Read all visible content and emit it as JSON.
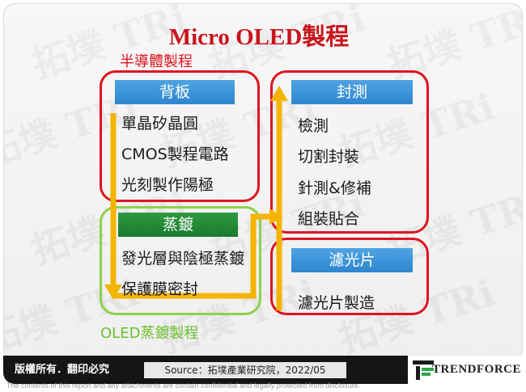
{
  "title": "Micro OLED製程",
  "sections": {
    "semiconductor": "半導體製程",
    "oled_evaporation": "OLED蒸鍍製程"
  },
  "boxes": {
    "backplane": {
      "label": "背板",
      "items": [
        "單晶矽晶圓",
        "CMOS製程電路",
        "光刻製作陽極"
      ]
    },
    "evaporation": {
      "label": "蒸鍍",
      "items": [
        "發光層與陰極蒸鍍",
        "保護膜密封"
      ]
    },
    "packaging_test": {
      "label": "封測",
      "items": [
        "檢測",
        "切割封裝",
        "針測&修補",
        "組裝貼合"
      ]
    },
    "color_filter": {
      "label": "濾光片",
      "items": [
        "濾光片製造"
      ]
    }
  },
  "colors": {
    "red_frame": "#e0141e",
    "green_frame": "#8ed14b",
    "arrow": "#f5b400",
    "blue_tag": "#3b93d8",
    "green_tag": "#23893a"
  },
  "watermark": {
    "text": "拓墣 TRi"
  },
  "footer": {
    "rights": "版權所有．翻印必究",
    "source": "Source：拓墣產業研究院，2022/05",
    "brand": "TRENDFORCE",
    "disclaimer": "The contents of this report and any attachments are contain confidential and legally protected from disclosure."
  }
}
